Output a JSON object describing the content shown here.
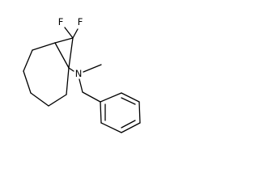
{
  "structure": {
    "atom_labels": {
      "fluorine_1": "F",
      "fluorine_2": "F",
      "nitrogen": "N"
    },
    "colors": {
      "bond": "#000000",
      "background": "#ffffff"
    }
  }
}
